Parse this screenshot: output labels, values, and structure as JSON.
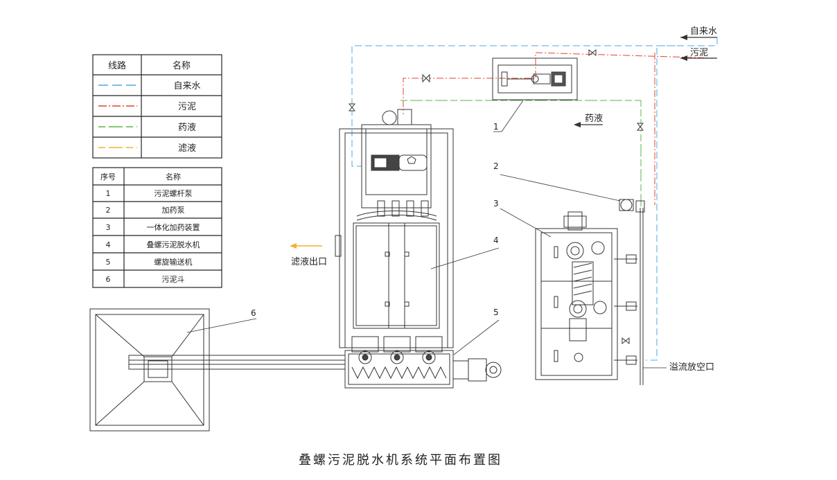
{
  "title": "叠螺污泥脱水机系统平面布置图",
  "line_legend": {
    "header_line": "线路",
    "header_name": "名称",
    "rows": [
      {
        "name": "自来水",
        "color": "#4fa7e0",
        "style": "dashed"
      },
      {
        "name": "污泥",
        "color": "#e0442a",
        "style": "dash-dot"
      },
      {
        "name": "药液",
        "color": "#5ab646",
        "style": "dashed"
      },
      {
        "name": "滤液",
        "color": "#f2b233",
        "style": "dashed"
      }
    ]
  },
  "parts_table": {
    "header_no": "序号",
    "header_name": "名称",
    "rows": [
      {
        "no": "1",
        "name": "污泥螺杆泵"
      },
      {
        "no": "2",
        "name": "加药泵"
      },
      {
        "no": "3",
        "name": "一体化加药装置"
      },
      {
        "no": "4",
        "name": "叠螺污泥脱水机"
      },
      {
        "no": "5",
        "name": "螺旋输送机"
      },
      {
        "no": "6",
        "name": "污泥斗"
      }
    ]
  },
  "labels": {
    "tap_water_in": "自来水",
    "sludge_in": "污泥",
    "chemical": "药液",
    "filtrate_out": "滤液出口",
    "overflow_outlet": "溢流放空口"
  },
  "callouts": [
    "1",
    "2",
    "3",
    "4",
    "5",
    "6"
  ]
}
